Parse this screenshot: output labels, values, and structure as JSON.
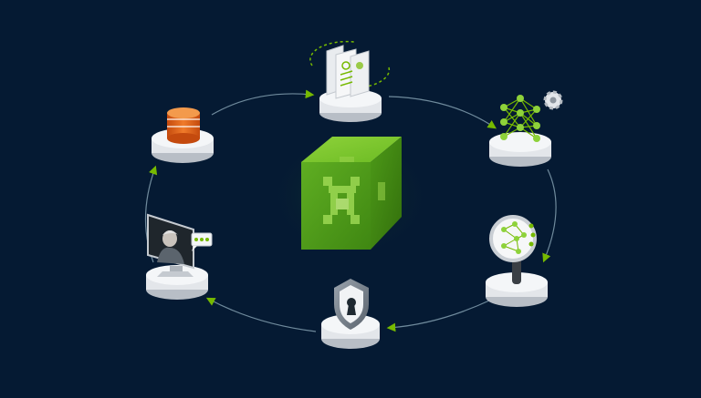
{
  "diagram": {
    "center": {
      "icon": "green-cube-icon"
    },
    "nodes": [
      {
        "id": "documents",
        "icon": "document-cycle-icon"
      },
      {
        "id": "neural-network",
        "icon": "neural-network-gear-icon"
      },
      {
        "id": "inspection",
        "icon": "magnifier-network-icon"
      },
      {
        "id": "security",
        "icon": "shield-lock-icon"
      },
      {
        "id": "monitor",
        "icon": "monitor-avatar-chat-icon"
      },
      {
        "id": "database",
        "icon": "database-icon"
      }
    ],
    "flow": "clockwise"
  },
  "colors": {
    "background": "#051a33",
    "accent": "#76b900",
    "database": "#e8651a",
    "cube": "#5aa51e",
    "platform": "#eef0f3",
    "connector": "#6f8a9c"
  }
}
